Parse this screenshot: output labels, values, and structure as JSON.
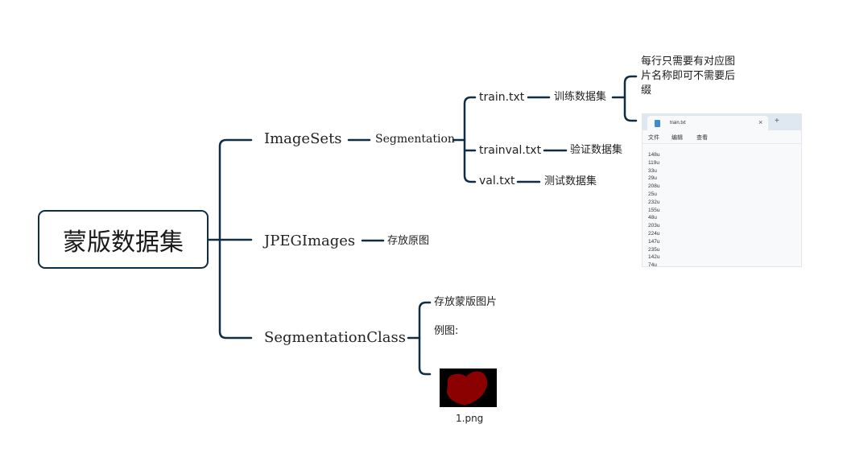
{
  "root": {
    "label": "蒙版数据集"
  },
  "branches": {
    "imagesets": {
      "label": "ImageSets"
    },
    "segmentation": {
      "label": "Segmentation"
    },
    "train": {
      "label": "train.txt",
      "desc": "训练数据集"
    },
    "trainval": {
      "label": "trainval.txt",
      "desc": "验证数据集"
    },
    "val": {
      "label": "val.txt",
      "desc": "测试数据集"
    },
    "note": "每行只需要有对应图片名称即可不需要后缀",
    "jpeg": {
      "label": "JPEGImages",
      "desc": "存放原图"
    },
    "segclass": {
      "label": "SegmentationClass",
      "desc": "存放蒙版图片",
      "example": "例图:",
      "image_caption": "1.png"
    }
  },
  "notepad": {
    "tab_title": "train.txt",
    "close_glyph": "×",
    "new_tab_glyph": "+",
    "menu": [
      "文件",
      "编辑",
      "查看"
    ],
    "lines": [
      "148u",
      "119u",
      "33u",
      "29u",
      "208u",
      "25u",
      "232u",
      "155u",
      "48u",
      "203u",
      "224u",
      "147u",
      "235u",
      "142u",
      "74u"
    ]
  },
  "colors": {
    "line": "#0f2d45",
    "mask_red": "#8b0000"
  }
}
